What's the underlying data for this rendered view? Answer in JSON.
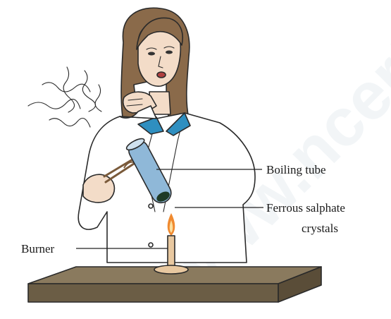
{
  "labels": {
    "boiling_tube": "Boiling tube",
    "ferrous_line1": "Ferrous salphate",
    "ferrous_line2": "crystals",
    "burner": "Burner"
  },
  "watermark": "www.ncert",
  "colors": {
    "hair": "#8a6a4a",
    "skin": "#f3dcc8",
    "coat": "#ffffff",
    "collar": "#2f8fc0",
    "tube": "#8fb8d8",
    "table_top": "#8a7a5e",
    "table_side": "#6b5d45",
    "flame": "#f08a30",
    "burner_body": "#e8c8a0"
  }
}
